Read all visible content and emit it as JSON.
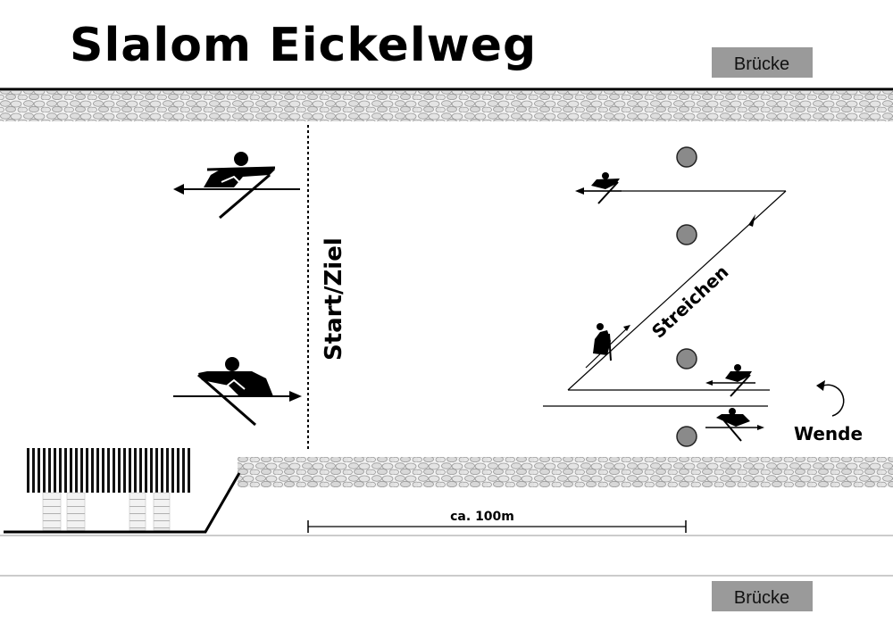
{
  "title": "Slalom Eickelweg",
  "bridge_top": "Brücke",
  "bridge_bottom": "Brücke",
  "start_finish": "Start/Ziel",
  "course_label": "Streichen",
  "turn_label": "Wende",
  "distance_label": "ca. 100m",
  "colors": {
    "buoy": "#8a8a8a",
    "bridge_box": "#9a9a9a",
    "stone": "#d9d9d9",
    "ink": "#000000"
  }
}
